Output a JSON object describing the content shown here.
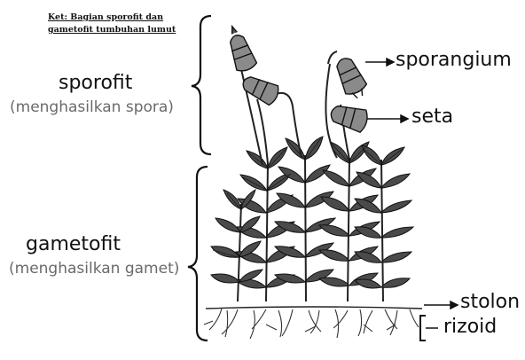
{
  "caption": {
    "line1": "Ket: Bagian sporofit dan",
    "line2": "gametofit tumbuhan lumut"
  },
  "labels": {
    "sporofit": "sporofit",
    "sporofit_note": "(menghasilkan spora)",
    "gametofit": "gametofit",
    "gametofit_note": "(menghasilkan gamet)",
    "sporangium": "sporangium",
    "seta": "seta",
    "stolon": "stolon",
    "rizoid": "rizoid"
  },
  "colors": {
    "ink": "#111111",
    "note": "#6a6a6a",
    "leaf": "#4a4a4a",
    "leaf_dark": "#1a1a1a",
    "background": "#ffffff"
  }
}
